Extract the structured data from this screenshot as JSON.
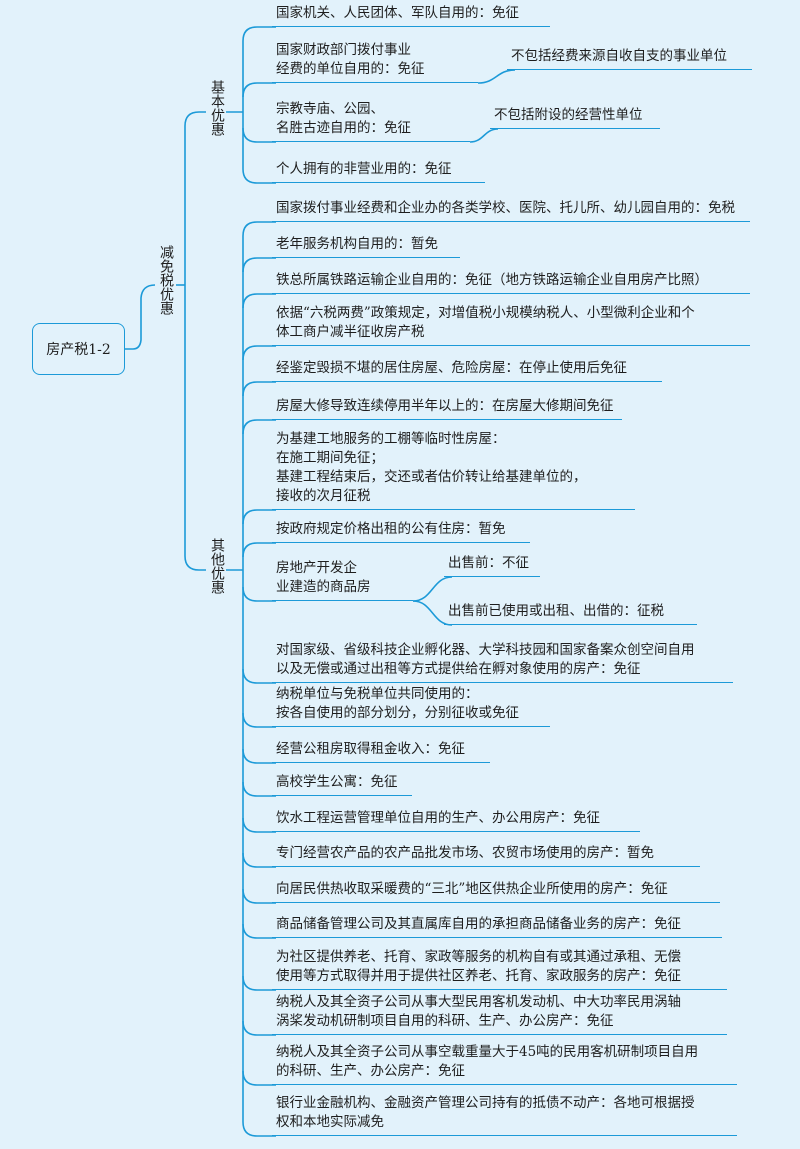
{
  "root": "房产税1-2",
  "level1": "减免税优惠",
  "basic": {
    "label": "基本优惠",
    "items": [
      {
        "text": "国家机关、人民团体、军队自用的：免征"
      },
      {
        "text": "国家财政部门拨付事业\n经费的单位自用的：免征",
        "note": "不包括经费来源自收自支的事业单位"
      },
      {
        "text": "宗教寺庙、公园、\n名胜古迹自用的：免征",
        "note": "不包括附设的经营性单位"
      },
      {
        "text": "个人拥有的非营业用的：免征"
      }
    ]
  },
  "other": {
    "label": "其他优惠",
    "items": [
      {
        "text": "国家拨付事业经费和企业办的各类学校、医院、托儿所、幼儿园自用的：免税"
      },
      {
        "text": "老年服务机构自用的：暂免"
      },
      {
        "text": "铁总所属铁路运输企业自用的：免征（地方铁路运输企业自用房产比照）"
      },
      {
        "text": "依据“六税两费”政策规定，对增值税小规模纳税人、小型微利企业和个\n体工商户减半征收房产税"
      },
      {
        "text": "经鉴定毁损不堪的居住房屋、危险房屋：在停止使用后免征"
      },
      {
        "text": "房屋大修导致连续停用半年以上的：在房屋大修期间免征"
      },
      {
        "text": "为基建工地服务的工棚等临时性房屋：\n在施工期间免征；\n基建工程结束后，交还或者估价转让给基建单位的，\n接收的次月征税"
      },
      {
        "text": "按政府规定价格出租的公有住房：暂免"
      },
      {
        "text": "房地产开发企\n业建造的商品房",
        "subs": [
          "出售前：不征",
          "出售前已使用或出租、出借的：征税"
        ]
      },
      {
        "text": "对国家级、省级科技企业孵化器、大学科技园和国家备案众创空间自用\n以及无偿或通过出租等方式提供给在孵对象使用的房产：免征"
      },
      {
        "text": "纳税单位与免税单位共同使用的：\n按各自使用的部分划分，分别征收或免征"
      },
      {
        "text": "经营公租房取得租金收入：免征"
      },
      {
        "text": "高校学生公寓：免征"
      },
      {
        "text": "饮水工程运营管理单位自用的生产、办公用房产：免征"
      },
      {
        "text": "专门经营农产品的农产品批发市场、农贸市场使用的房产：暂免"
      },
      {
        "text": "向居民供热收取采暖费的“三北”地区供热企业所使用的房产：免征"
      },
      {
        "text": "商品储备管理公司及其直属库自用的承担商品储备业务的房产：免征"
      },
      {
        "text": "为社区提供养老、托育、家政等服务的机构自有或其通过承租、无偿\n使用等方式取得并用于提供社区养老、托育、家政服务的房产：免征"
      },
      {
        "text": "纳税人及其全资子公司从事大型民用客机发动机、中大功率民用涡轴\n涡桨发动机研制项目自用的科研、生产、办公房产：免征"
      },
      {
        "text": "纳税人及其全资子公司从事空载重量大于45吨的民用客机研制项目自用\n的科研、生产、办公房产：免征"
      },
      {
        "text": "银行业金融机构、金融资产管理公司持有的抵债不动产：各地可根据授\n权和本地实际减免"
      }
    ]
  },
  "colors": {
    "line": "#1c9ad8",
    "background": "#e2f2fb",
    "text": "#1e1e1e"
  }
}
